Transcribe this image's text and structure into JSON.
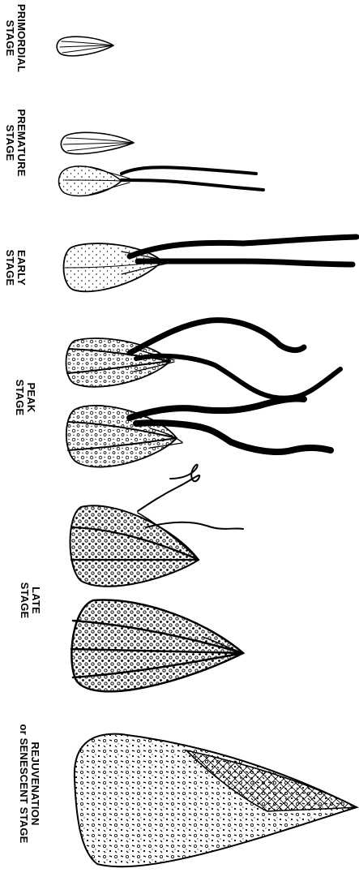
{
  "stages": [
    {
      "id": "primordial",
      "label": "PRIMORDIAL\nSTAGE"
    },
    {
      "id": "premature",
      "label": "PREMATURE\nSTAGE"
    },
    {
      "id": "early",
      "label": "EARLY\nSTAGE"
    },
    {
      "id": "peak",
      "label": "PEAK\nSTAGE"
    },
    {
      "id": "late",
      "label": "LATE\nSTAGE"
    },
    {
      "id": "senescent",
      "label": "REJUVENATION\nor SENESCENT STAGE"
    }
  ],
  "colors": {
    "ink": "#000000",
    "background": "#ffffff"
  }
}
